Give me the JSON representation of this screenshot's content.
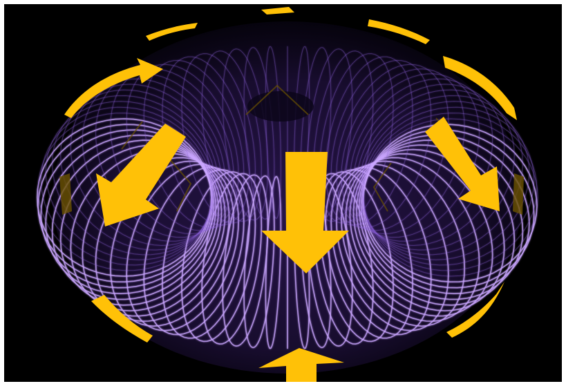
{
  "scene": {
    "subject": "torus-magnetic-field",
    "background_color": "#000000",
    "frame_color": "#ffffff",
    "wire_color": "#8a5fd6",
    "wire_glow_color": "#c9a6ff",
    "torus_fill_color": "#1c0f36",
    "arrow_color": "#ffc107",
    "arrow_dim_color": "#6b5200"
  },
  "arrows": [
    {
      "name": "center-down-arrow-icon",
      "direction": "down"
    },
    {
      "name": "left-down-arrow-icon",
      "direction": "down-left"
    },
    {
      "name": "right-down-arrow-icon",
      "direction": "down-right"
    },
    {
      "name": "bottom-up-arrow-icon",
      "direction": "up"
    },
    {
      "name": "upper-left-curved-arrow-icon",
      "direction": "around"
    },
    {
      "name": "upper-right-curved-arrow-icon",
      "direction": "around"
    },
    {
      "name": "lower-left-curved-arrow-icon",
      "direction": "around"
    },
    {
      "name": "lower-right-curved-arrow-icon",
      "direction": "around"
    }
  ]
}
